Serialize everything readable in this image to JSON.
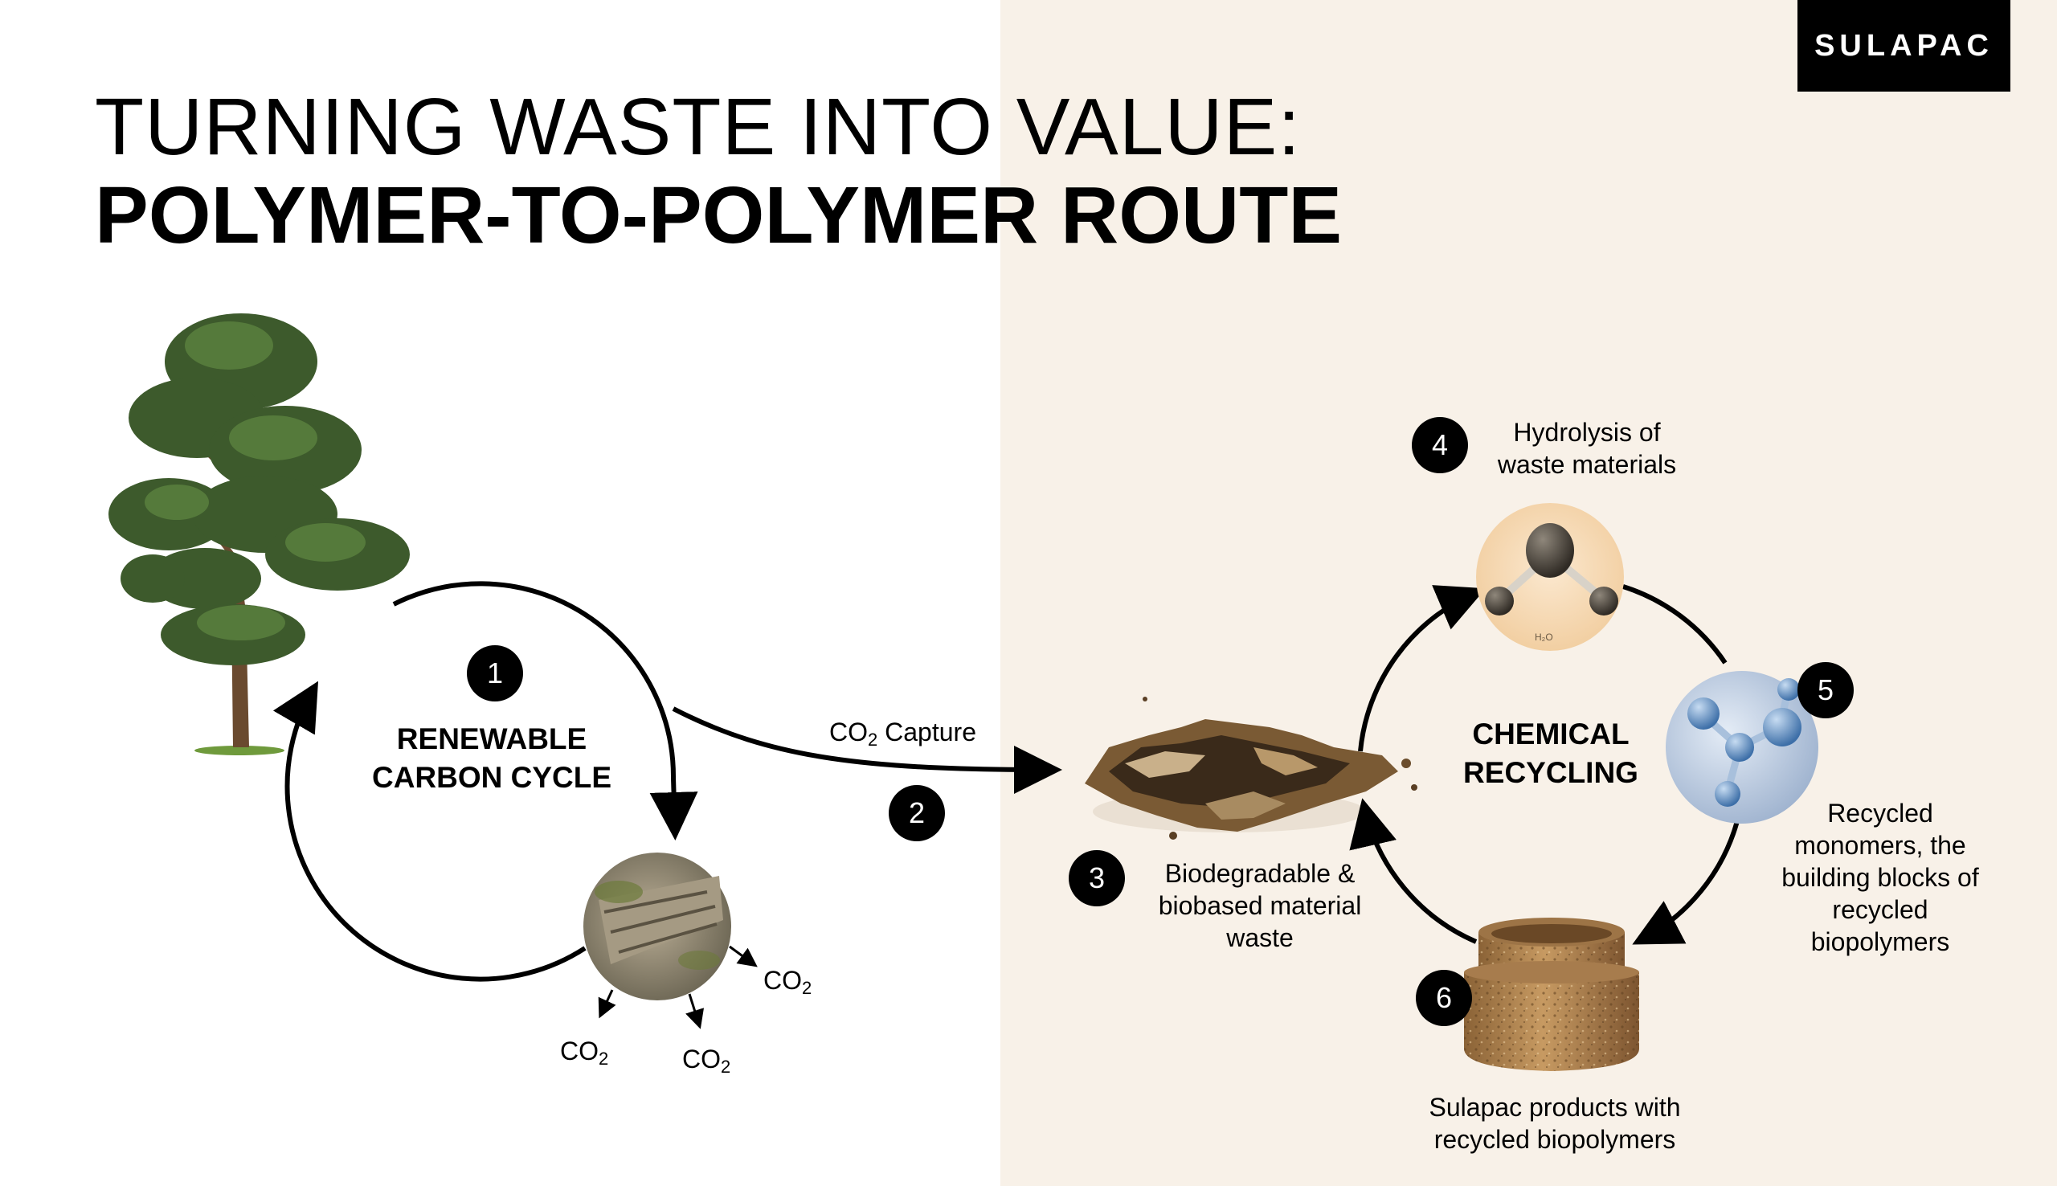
{
  "brand": {
    "logo": "SULAPAC"
  },
  "title": {
    "line1": "TURNING WASTE INTO VALUE:",
    "line2": "POLYMER-TO-POLYMER ROUTE"
  },
  "steps": [
    {
      "number": "1",
      "label_line1": "RENEWABLE",
      "label_line2": "CARBON CYCLE"
    },
    {
      "number": "2",
      "label_main": "CO",
      "label_sub": "2",
      "label_rest": " Capture"
    },
    {
      "number": "3",
      "label_line1": "Biodegradable &",
      "label_line2": "biobased material",
      "label_line3": "waste"
    },
    {
      "number": "4",
      "label_line1": "Hydrolysis of",
      "label_line2": "waste materials"
    },
    {
      "number": "5",
      "label_line1": "Recycled",
      "label_line2": "monomers, the",
      "label_line3": "building blocks of",
      "label_line4": "recycled",
      "label_line5": "biopolymers"
    },
    {
      "number": "6",
      "label_line1": "Sulapac products with",
      "label_line2": "recycled biopolymers"
    }
  ],
  "chemical_recycling": {
    "line1": "CHEMICAL",
    "line2": "RECYCLING"
  },
  "emissions": [
    {
      "main": "CO",
      "sub": "2"
    },
    {
      "main": "CO",
      "sub": "2"
    },
    {
      "main": "CO",
      "sub": "2"
    }
  ],
  "molecule_caption": "H₂O",
  "colors": {
    "background_right": "#f8f1e8",
    "badge": "#000000",
    "logo_bg": "#000000"
  },
  "icons": [
    "pine-tree-image",
    "decaying-log-image",
    "organic-waste-image",
    "water-molecule-image",
    "monomer-molecule-image",
    "biopolymer-jar-image"
  ]
}
